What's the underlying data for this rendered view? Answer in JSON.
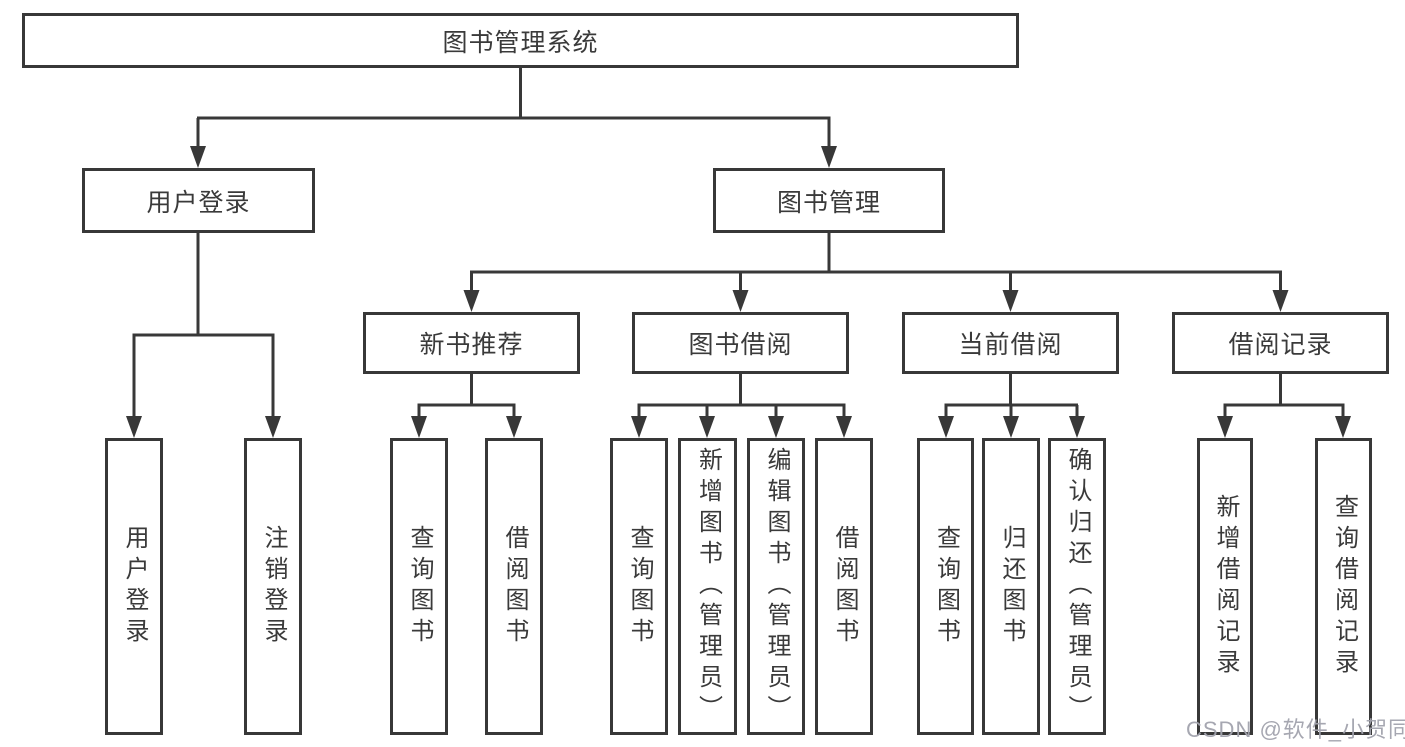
{
  "diagram_title": "图书管理系统",
  "tree": {
    "root": "图书管理系统",
    "children": [
      {
        "label": "用户登录",
        "children": [
          "用户登录",
          "注销登录"
        ]
      },
      {
        "label": "图书管理",
        "children": [
          {
            "label": "新书推荐",
            "children": [
              "查询图书",
              "借阅图书"
            ]
          },
          {
            "label": "图书借阅",
            "children": [
              "查询图书",
              "新增图书（管理员）",
              "编辑图书（管理员）",
              "借阅图书"
            ]
          },
          {
            "label": "当前借阅",
            "children": [
              "查询图书",
              "归还图书",
              "确认归还（管理员）"
            ]
          },
          {
            "label": "借阅记录",
            "children": [
              "新增借阅记录",
              "查询借阅记录"
            ]
          }
        ]
      }
    ]
  },
  "watermark": {
    "text": "CSDN @软件_小贺同学"
  },
  "colors": {
    "line": "#383838",
    "box_border": "#383838",
    "text": "#3a3a3a",
    "watermark": "#a2a3ad",
    "background": "#ffffff"
  }
}
